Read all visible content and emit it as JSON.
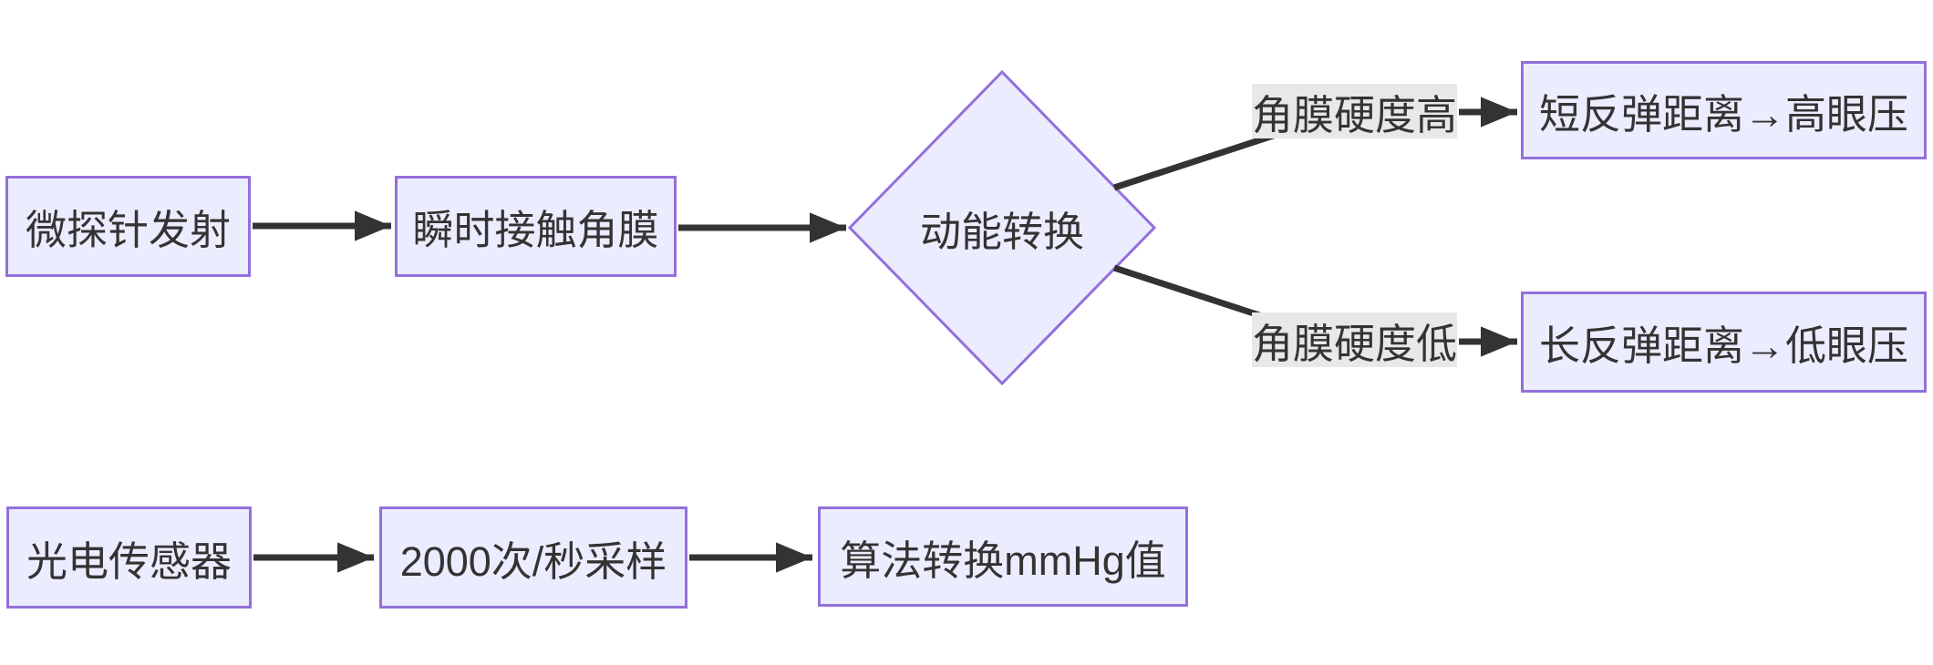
{
  "diagram": {
    "type": "flowchart",
    "colors": {
      "background": "#ffffff",
      "node_fill": "#ECECFF",
      "node_border": "#9370DB",
      "edge_stroke": "#333333",
      "text": "#333333",
      "edge_label_bg": "#e8e8e8"
    },
    "flow1": {
      "nodes": {
        "probe": "微探针发射",
        "contact": "瞬时接触角膜",
        "decision": "动能转换",
        "high_result": "短反弹距离→高眼压",
        "low_result": "长反弹距离→低眼压"
      },
      "edge_labels": {
        "high": "角膜硬度高",
        "low": "角膜硬度低"
      }
    },
    "flow2": {
      "nodes": {
        "sensor": "光电传感器",
        "sampling": "2000次/秒采样",
        "algorithm": "算法转换mmHg值"
      }
    }
  }
}
